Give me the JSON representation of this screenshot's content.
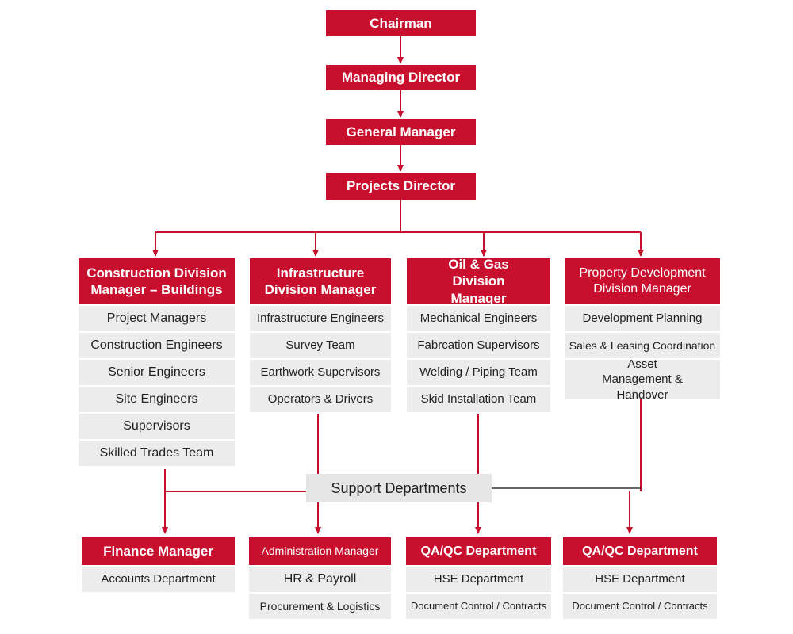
{
  "top_chain": [
    "Chairman",
    "Managing Director",
    "General Manager",
    "Projects Director"
  ],
  "divisions": [
    {
      "title": "Construction Division Manager – Buildings",
      "items": [
        "Project Managers",
        "Construction Engineers",
        "Senior Engineers",
        "Site Engineers",
        "Supervisors",
        "Skilled Trades Team"
      ]
    },
    {
      "title": "Infrastructure Division Manager",
      "items": [
        "Infrastructure Engineers",
        "Survey Team",
        "Earthwork Supervisors",
        "Operators & Drivers"
      ]
    },
    {
      "title": "Oil & Gas Division Manager",
      "items": [
        "Mechanical Engineers",
        "Fabrcation Supervisors",
        "Welding / Piping Team",
        "Skid Installation Team"
      ]
    },
    {
      "title": "Property Development Division Manager",
      "items": [
        "Development Planning",
        "Sales & Leasing Coordination",
        "Asset Management & Handover"
      ]
    }
  ],
  "support_label": "Support Departments",
  "departments": [
    {
      "title": "Finance Manager",
      "items": [
        "Accounts Department"
      ]
    },
    {
      "title": "Administration Manager",
      "items": [
        "HR & Payroll",
        "Procurement & Logistics"
      ]
    },
    {
      "title": "QA/QC Department",
      "items": [
        "HSE Department",
        "Document Control / Contracts"
      ]
    },
    {
      "title": "QA/QC Department",
      "items": [
        "HSE Department",
        "Document Control / Contracts"
      ]
    }
  ],
  "colors": {
    "accent": "#c8102e",
    "item_bg": "#ececec",
    "support_bg": "#e6e6e6",
    "line_dark": "#333333"
  }
}
